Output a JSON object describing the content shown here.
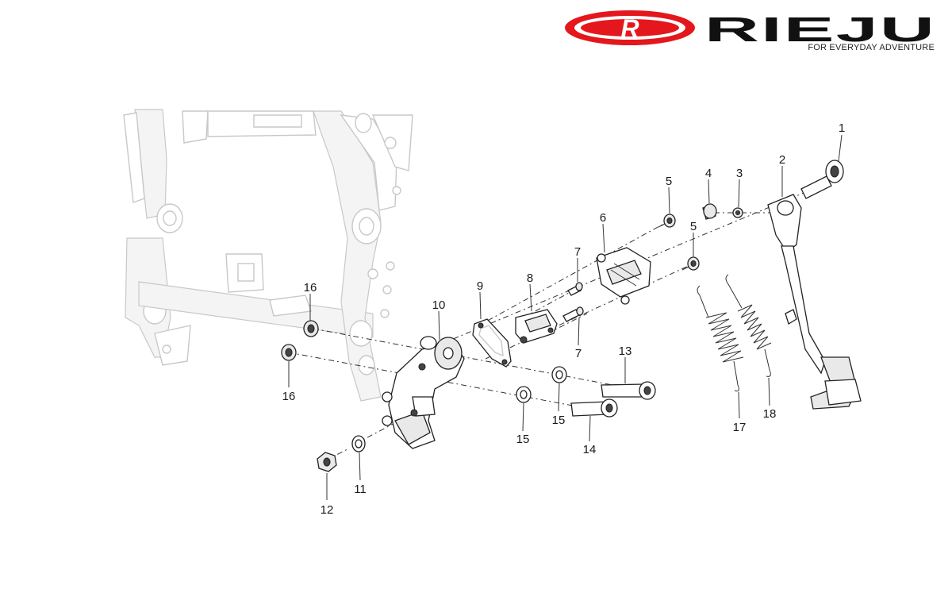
{
  "logo": {
    "brand": "RIEJU",
    "emblem_letter": "R",
    "tagline": "FOR EVERYDAY ADVENTURE",
    "emblem_color": "#e3171c",
    "text_color": "#111111"
  },
  "callouts": [
    {
      "id": "c1",
      "label": "1"
    },
    {
      "id": "c2",
      "label": "2"
    },
    {
      "id": "c3",
      "label": "3"
    },
    {
      "id": "c4",
      "label": "4"
    },
    {
      "id": "c5a",
      "label": "5"
    },
    {
      "id": "c5b",
      "label": "5"
    },
    {
      "id": "c6",
      "label": "6"
    },
    {
      "id": "c7a",
      "label": "7"
    },
    {
      "id": "c7b",
      "label": "7"
    },
    {
      "id": "c8",
      "label": "8"
    },
    {
      "id": "c9",
      "label": "9"
    },
    {
      "id": "c10",
      "label": "10"
    },
    {
      "id": "c11",
      "label": "11"
    },
    {
      "id": "c12",
      "label": "12"
    },
    {
      "id": "c13",
      "label": "13"
    },
    {
      "id": "c14",
      "label": "14"
    },
    {
      "id": "c15a",
      "label": "15"
    },
    {
      "id": "c15b",
      "label": "15"
    },
    {
      "id": "c16a",
      "label": "16"
    },
    {
      "id": "c16b",
      "label": "16"
    },
    {
      "id": "c17",
      "label": "17"
    },
    {
      "id": "c18",
      "label": "18"
    }
  ]
}
